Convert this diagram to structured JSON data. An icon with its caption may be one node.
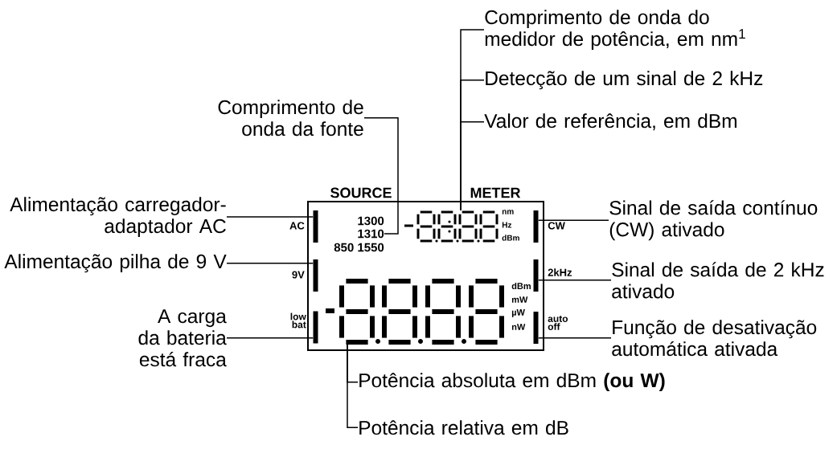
{
  "diagram": {
    "nodes": [
      {
        "text": [
          "Comprimento de onda da fonte"
        ]
      },
      {
        "text": [
          "Comprimento de onda do medidor de potência, em nm$^{1}$"
        ]
      },
      {
        "text": [
          "Detecção de um sinal de 2 kHz"
        ]
      },
      {
        "text": [
          "Valor de referência, em dBm"
        ]
      },
      {
        "text": [
          "Alimentação carregador-adaptador AC"
        ]
      },
      {
        "text": [
          "Alimentação pilha de 9 V"
        ]
      },
      {
        "text": [
          "A carga da bateria está fraca"
        ]
      },
      {
        "text": [
          "Sinal de saída contínuo (CW) ativado"
        ]
      },
      {
        "text": [
          "Sinal de saída de 2 kHz ativado"
        ]
      },
      {
        "text": [
          "Função de desativação automática ativada"
        ]
      },
      {
        "text": [
          "Potência absoluta em dBm **(ou W)**"
        ]
      },
      {
        "text": [
          "Potência relativa em dB"
        ]
      },
      {
        "text": [],
        "shape": "box"
      },
      {
        "text": [],
        "shape": "bar",
        "in": 12
      },
      {
        "text": [],
        "shape": "bar",
        "in": 12
      },
      {
        "text": [],
        "shape": "bar",
        "in": 12
      },
      {
        "text": [],
        "shape": "bar",
        "in": 12
      },
      {
        "text": [],
        "shape": "bar",
        "in": 12
      },
      {
        "text": [],
        "shape": "bar",
        "in": 12
      },
      {
        "text": [
          "1310"
        ],
        "in": 12
      },
      {
        "text": [],
        "shape": "picture",
        "in": 12
      },
      {
        "text": [],
        "shape": "picture",
        "in": 12
      }
    ],
    "edges": [
      {
        "from": 0,
        "to": 19,
        "arrow": "none"
      },
      {
        "from": 1,
        "to": 20,
        "arrow": "none"
      },
      {
        "from": 2,
        "to": 20,
        "arrow": "none"
      },
      {
        "from": 3,
        "to": 20,
        "arrow": "none"
      },
      {
        "from": 4,
        "to": 13,
        "arrow": "none"
      },
      {
        "from": 5,
        "to": 14,
        "arrow": "none"
      },
      {
        "from": 6,
        "to": 15,
        "arrow": "none"
      },
      {
        "from": 7,
        "to": 16,
        "arrow": "none"
      },
      {
        "from": 8,
        "to": 17,
        "arrow": "none"
      },
      {
        "from": 9,
        "to": 18,
        "arrow": "none"
      },
      {
        "from": 10,
        "to": 21,
        "arrow": "none"
      },
      {
        "from": 11,
        "to": 21,
        "arrow": "none"
      }
    ],
    "labels": [
      "SOURCE",
      "METER",
      "AC",
      "1300",
      "850 1550",
      "nm",
      "Hz",
      "dBm",
      "CW",
      "9V",
      "2kHz",
      "dBm",
      "mW",
      "µW",
      "nW",
      "low bat",
      "auto off"
    ]
  }
}
